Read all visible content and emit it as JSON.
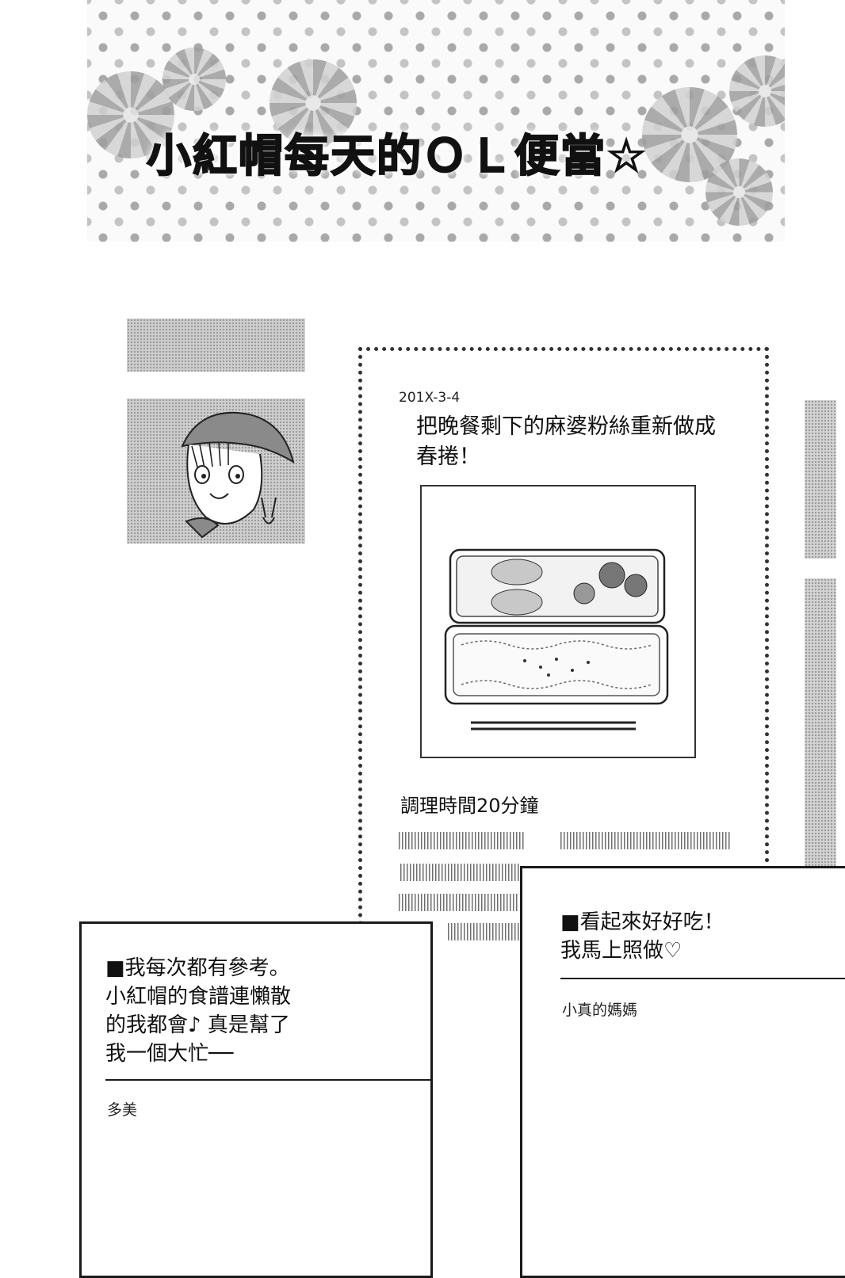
{
  "header": {
    "title": "小紅帽每天的ＯＬ便當☆"
  },
  "profile": {
    "avatar_icon": "red-riding-hood-avatar-icon"
  },
  "post": {
    "date": "201X-3-4",
    "headline": "把晚餐剩下的麻婆粉絲重新做成春捲！",
    "photo_icon": "bento-box-icon",
    "cook_time": "調理時間20分鐘"
  },
  "comments": [
    {
      "text": "■我每次都有參考。\n小紅帽的食譜連懶散\n的我都會♪ 真是幫了\n我一個大忙──",
      "author": "多美"
    },
    {
      "text": "■看起來好好吃！\n我馬上照做♡",
      "author": "小真的媽媽"
    }
  ]
}
